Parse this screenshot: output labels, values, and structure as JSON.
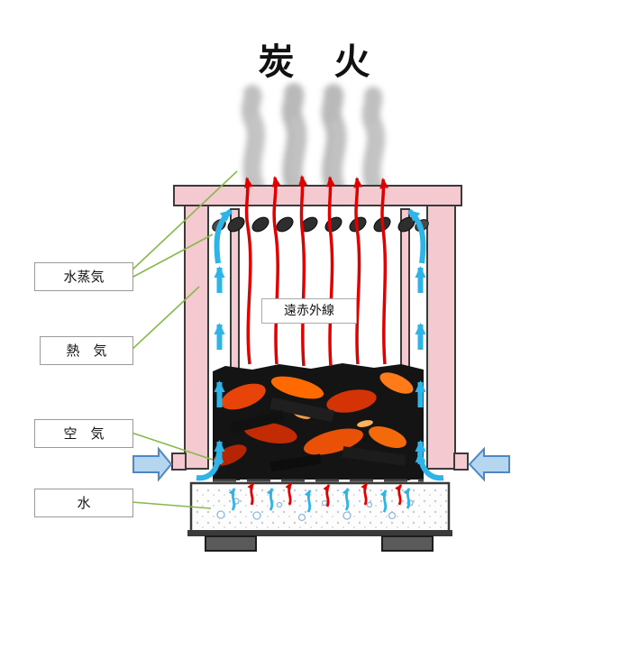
{
  "title": "炭　火",
  "labels": {
    "steam": "水蒸気",
    "hot_air": "熱　気",
    "air": "空　気",
    "water": "水",
    "far_infrared": "遠赤外線"
  },
  "colors": {
    "body_pink": "#f4c9cf",
    "outline": "#3a3a3a",
    "infrared_red": "#e10000",
    "steam_blue": "#2fb4e8",
    "inlet_fill": "#b5d6ef",
    "inlet_stroke": "#4f86c6",
    "connector_green": "#86b94a",
    "smoke_gray": "#8a8a8a",
    "charcoal_dark": "#141414",
    "label_border": "#9a9a9a"
  }
}
